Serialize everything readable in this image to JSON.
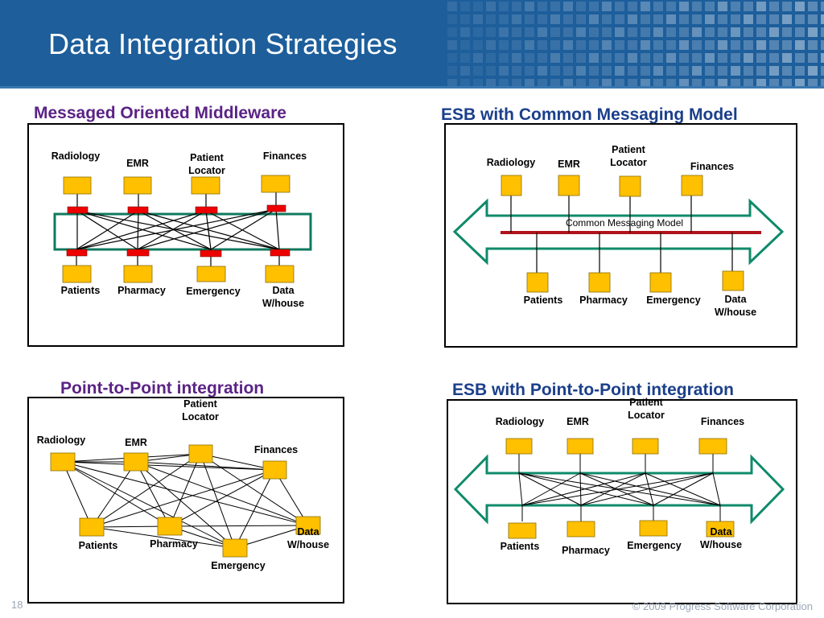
{
  "slide": {
    "title": "Data Integration Strategies",
    "page_number": "18",
    "copyright": "© 2009 Progress Software Corporation"
  },
  "colors": {
    "header": "#1d5e9b",
    "node": "#ffc000",
    "connector": "#ee0000",
    "bus": "#0f8a6a",
    "cmm_line": "#b0121b",
    "title_purple": "#5b2385",
    "title_blue": "#1b3f8b"
  },
  "panels": {
    "mom": {
      "title": "Messaged Oriented Middleware",
      "top_nodes": [
        "Radiology",
        "EMR",
        "Patient Locator",
        "Finances"
      ],
      "bottom_nodes": [
        "Patients",
        "Pharmacy",
        "Emergency",
        "Data W/house"
      ]
    },
    "esb_cmm": {
      "title": "ESB with Common Messaging Model",
      "bus_label": "Common Messaging Model",
      "top_nodes": [
        "Radiology",
        "EMR",
        "Patient Locator",
        "Finances"
      ],
      "bottom_nodes": [
        "Patients",
        "Pharmacy",
        "Emergency",
        "Data W/house"
      ]
    },
    "p2p": {
      "title": "Point-to-Point integration",
      "nodes": [
        "Radiology",
        "EMR",
        "Patient Locator",
        "Finances",
        "Patients",
        "Pharmacy",
        "Emergency",
        "Data W/house"
      ]
    },
    "esb_p2p": {
      "title": "ESB with Point-to-Point integration",
      "top_nodes": [
        "Radiology",
        "EMR",
        "Patient Locator",
        "Finances"
      ],
      "bottom_nodes": [
        "Patients",
        "Pharmacy",
        "Emergency",
        "Data W/house"
      ]
    }
  }
}
